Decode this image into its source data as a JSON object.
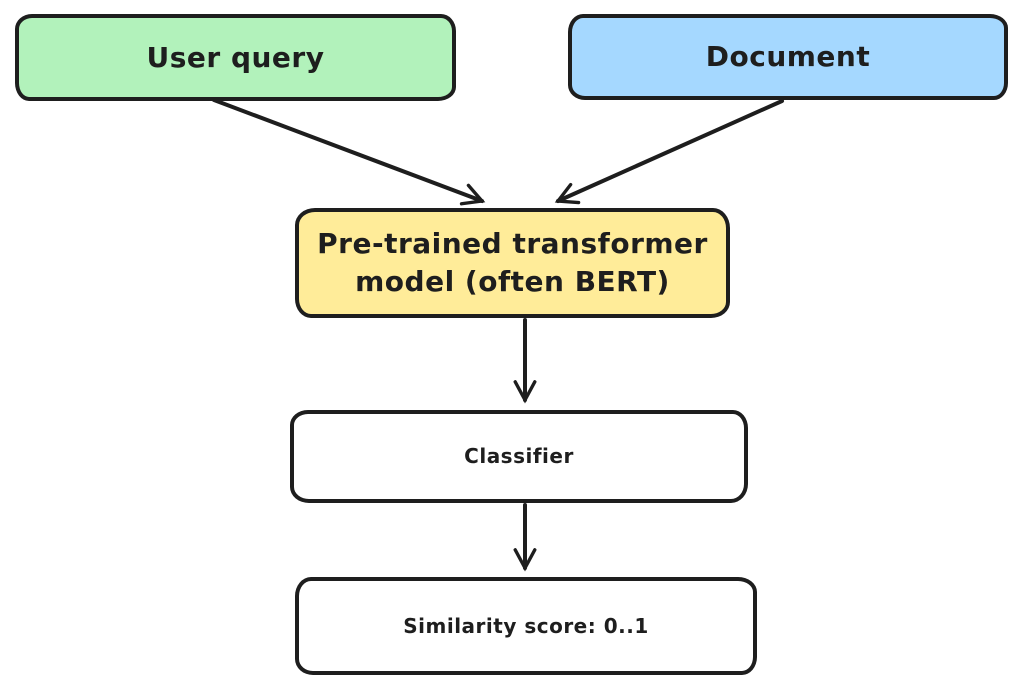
{
  "background": "#ffffff",
  "stroke_color": "#1e1e1e",
  "nodes": {
    "user_query": {
      "label": "User query",
      "fill": "#b2f2bb"
    },
    "document": {
      "label": "Document",
      "fill": "#a5d8ff"
    },
    "transformer": {
      "label": "Pre-trained transformer model (often BERT)",
      "fill": "#ffec99"
    },
    "classifier": {
      "label": "Classifier",
      "fill": "#ffffff"
    },
    "similarity_score": {
      "label": "Similarity score: 0..1",
      "fill": "#ffffff"
    }
  },
  "edges": [
    {
      "from": "user_query",
      "to": "transformer"
    },
    {
      "from": "document",
      "to": "transformer"
    },
    {
      "from": "transformer",
      "to": "classifier"
    },
    {
      "from": "classifier",
      "to": "similarity_score"
    }
  ]
}
